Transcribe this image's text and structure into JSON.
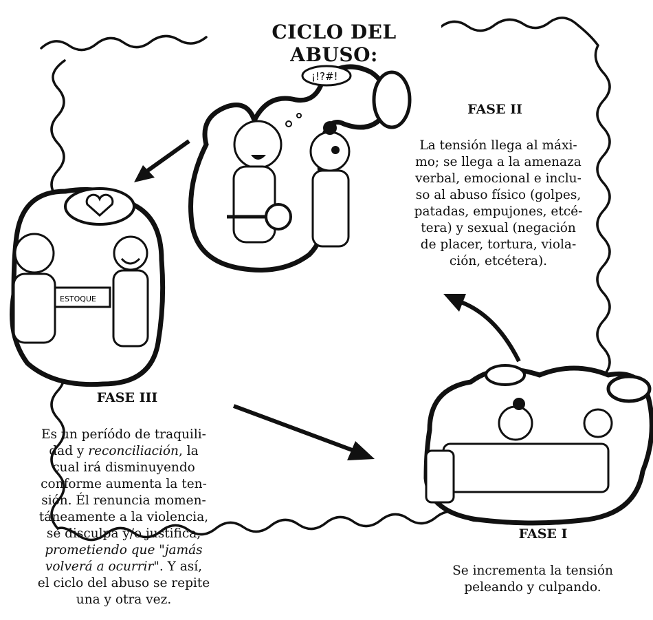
{
  "title": "CICLO DEL ABUSO:",
  "phase2": {
    "label": "FASE II",
    "lines": [
      "La tensión llega al máxi-",
      "mo; se llega a la amenaza",
      "verbal, emocional e inclu-",
      "so al abuso físico (golpes,",
      "patadas, empujones, etcé-",
      "tera) y sexual (negación",
      "de placer, tortura, viola-",
      "ción, etcétera)."
    ]
  },
  "phase3": {
    "label": "FASE III",
    "lines_a": [
      "Es un períódo de traquili-",
      "dad y"
    ],
    "italic_a": "reconciliación",
    "lines_b": [
      "cual irá disminuyendo",
      "conforme aumenta la ten-",
      "sión. Él renuncia momen-",
      "táneamente a la violencia,",
      "se disculpa y/o justifica,"
    ],
    "italic_b1": "prometiendo que \"jamás",
    "italic_b2": "volverá a ocurrir\"",
    "tail_b2": ". Y así,",
    "lines_c": [
      "el ciclo del abuso se repite",
      "una y otra vez."
    ],
    "la_word": ", la"
  },
  "phase1": {
    "label": "FASE I",
    "lines": [
      "Se incrementa la tensión",
      "peleando y culpando."
    ]
  },
  "illustration_text": {
    "gift_box": "ESTOQUE",
    "bubble_marks": "¡!?#!"
  }
}
